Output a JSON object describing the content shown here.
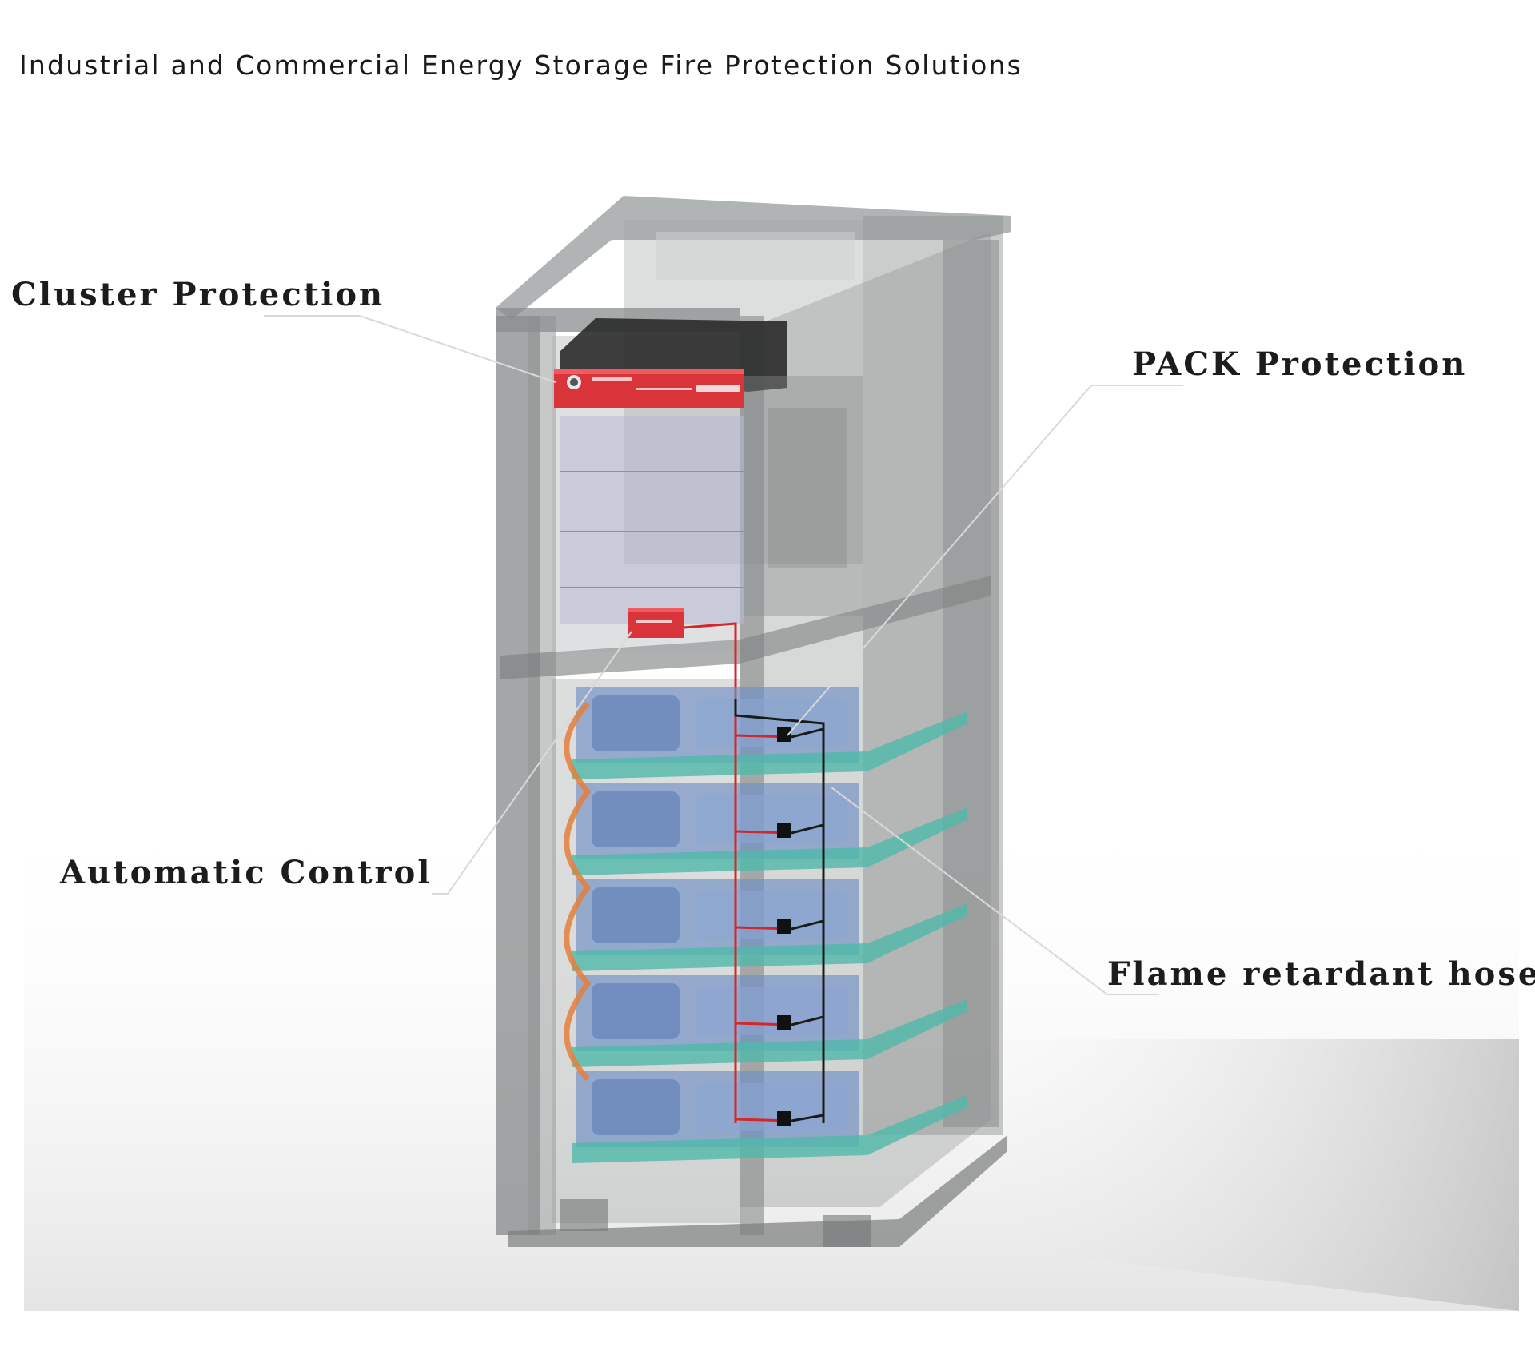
{
  "title": "Industrial and Commercial Energy Storage Fire Protection Solutions",
  "labels": {
    "cluster": "Cluster Protection",
    "pack": "PACK Protection",
    "automatic": "Automatic Control",
    "hose": "Flame retardant hose"
  },
  "colors": {
    "cabinet": "#8c8f8f",
    "battery_blue": "#6f8fc4",
    "battery_teal": "#4fb9a9",
    "device_red": "#d9343a",
    "hose_black": "#1a1a1a",
    "pipe_red": "#d4262b"
  }
}
